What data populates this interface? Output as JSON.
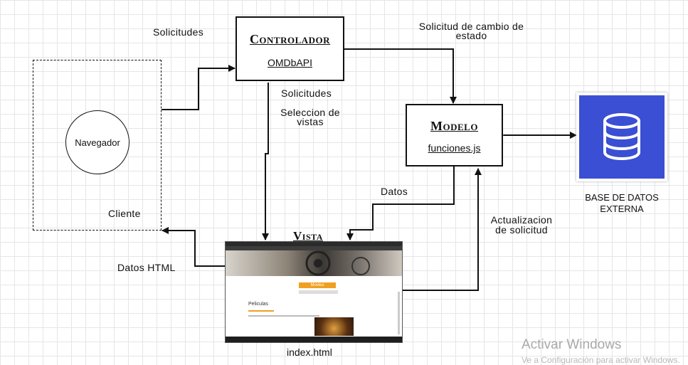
{
  "client": {
    "label": "Cliente",
    "browser": "Navegador"
  },
  "controller": {
    "title": "Controlador",
    "subtitle": "OMDbAPI"
  },
  "model": {
    "title": "Modelo",
    "subtitle": "funciones.js"
  },
  "view": {
    "title": "Vista",
    "file": "index.html"
  },
  "database": {
    "label_line1": "BASE DE DATOS",
    "label_line2": "EXTERNA",
    "color": "#3a4fd4"
  },
  "edges": {
    "solicitudes_top": "Solicitudes",
    "solicitud_cambio_line1": "Solicitud de cambio de",
    "solicitud_cambio_line2": "estado",
    "solicitudes_mid": "Solicitudes",
    "seleccion_line1": "Seleccion de",
    "seleccion_line2": "vistas",
    "datos": "Datos",
    "actualizacion_line1": "Actualizacion",
    "actualizacion_line2": "de solicitud",
    "datos_html": "Datos HTML"
  },
  "screenshot": {
    "search_title": "Movies",
    "section_heading": "Peliculas"
  },
  "watermark": {
    "line1": "Activar Windows",
    "line2": "Ve a Configuración para activar Windows."
  }
}
